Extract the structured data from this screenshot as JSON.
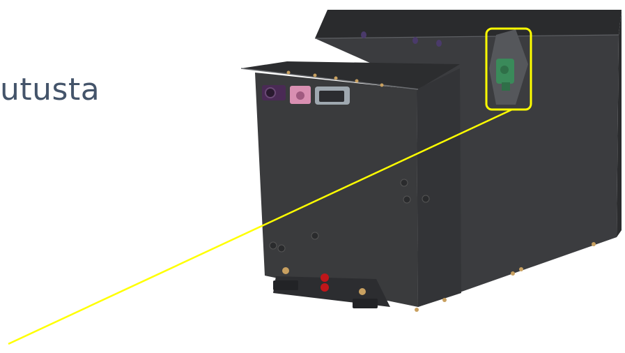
{
  "slide": {
    "partial_title": "utusta"
  },
  "colors": {
    "title": "#44546a",
    "housing": "#3a3b3d",
    "housing_top": "#2e2f31",
    "highlight": "#ffff00",
    "connector_pink": "#d98fb2",
    "connector_purple": "#4a2a55",
    "connector_grey": "#9fa8b0",
    "sensor_green": "#3a8a5a",
    "indicator_red": "#c0161a"
  },
  "image": {
    "subject": "battery-pack-3d-render",
    "callout": "yellow-highlight-box-with-leader-line"
  }
}
